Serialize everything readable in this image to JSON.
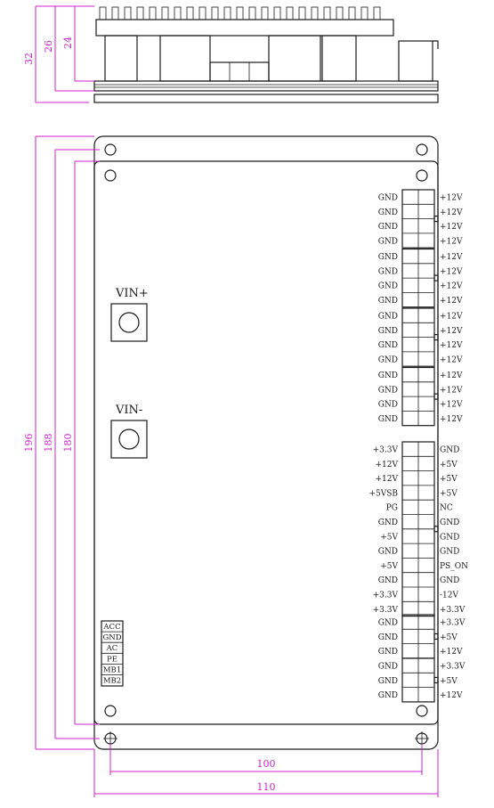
{
  "dimensions": {
    "height_total": "32",
    "height_mid": "26",
    "height_inner": "24",
    "length_196": "196",
    "length_188": "188",
    "length_180": "180",
    "width_100": "100",
    "width_110": "110"
  },
  "inputs": {
    "vin_plus": "VIN+",
    "vin_minus": "VIN-"
  },
  "signals": [
    "ACC",
    "GND",
    "AC",
    "PE",
    "MB1",
    "MB2"
  ],
  "connector_8pin": {
    "left_pins": [
      "GND",
      "GND",
      "GND",
      "GND"
    ],
    "right_pins": [
      "+12V",
      "+12V",
      "+12V",
      "+12V"
    ],
    "count": 4
  },
  "connector_24pin": {
    "left_pins": [
      "+3.3V",
      "+12V",
      "+12V",
      "+5VSB",
      "PG",
      "GND",
      "+5V",
      "GND",
      "+5V",
      "GND",
      "+3.3V",
      "+3.3V"
    ],
    "right_pins": [
      "GND",
      "+5V",
      "+5V",
      "+5V",
      "NC",
      "GND",
      "GND",
      "GND",
      "PS_ON",
      "GND",
      "-12V",
      "+3.3V"
    ]
  },
  "connector_small": [
    {
      "left_pins": [
        "GND",
        "GND",
        "GND"
      ],
      "right_pins": [
        "+3.3V",
        "+5V",
        "+12V"
      ]
    },
    {
      "left_pins": [
        "GND",
        "GND",
        "GND"
      ],
      "right_pins": [
        "+3.3V",
        "+5V",
        "+12V"
      ]
    }
  ]
}
